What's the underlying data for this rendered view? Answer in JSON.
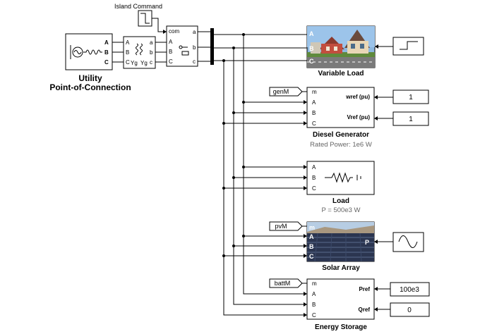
{
  "island_command": {
    "label": "Island Command"
  },
  "utility": {
    "ports": [
      "A",
      "B",
      "C"
    ],
    "caption_line1": "Utility",
    "caption_line2": "Point-of-Connection"
  },
  "transformer": {
    "ports_left": [
      "A",
      "B",
      "C"
    ],
    "ports_right": [
      "a",
      "b",
      "c"
    ],
    "winding_left": "Yg",
    "winding_right": "Yg"
  },
  "breaker": {
    "com_label": "com",
    "ports_left": [
      "A",
      "B",
      "C"
    ],
    "ports_right": [
      "a",
      "b",
      "c"
    ]
  },
  "variable_load": {
    "caption": "Variable Load",
    "ports": [
      "A",
      "B",
      "C"
    ]
  },
  "diesel_generator": {
    "caption": "Diesel Generator",
    "subcaption": "Rated Power: 1e6 W",
    "ports": [
      "m",
      "A",
      "B",
      "C"
    ],
    "inputs": [
      "wref (pu)",
      "Vref (pu)"
    ],
    "tag": "genM",
    "wref_value": "1",
    "vref_value": "1"
  },
  "load": {
    "caption": "Load",
    "subcaption": "P = 500e3 W",
    "ports": [
      "A",
      "B",
      "C"
    ]
  },
  "solar_array": {
    "caption": "Solar Array",
    "ports": [
      "m",
      "A",
      "B",
      "C"
    ],
    "input": "P",
    "tag": "pvM"
  },
  "energy_storage": {
    "caption": "Energy Storage",
    "ports": [
      "m",
      "A",
      "B",
      "C"
    ],
    "inputs": [
      "Pref",
      "Qref"
    ],
    "tag": "battM",
    "pref_value": "100e3",
    "qref_value": "0"
  },
  "colors": {
    "line": "#000000",
    "subcaption": "#666666",
    "sky": "#8db8e0",
    "panel": "#1f2a44"
  },
  "icons": [
    "step-source-icon",
    "sine-wave-icon",
    "resistor-icon",
    "battery-icon",
    "house-photo",
    "solar-farm-photo"
  ]
}
